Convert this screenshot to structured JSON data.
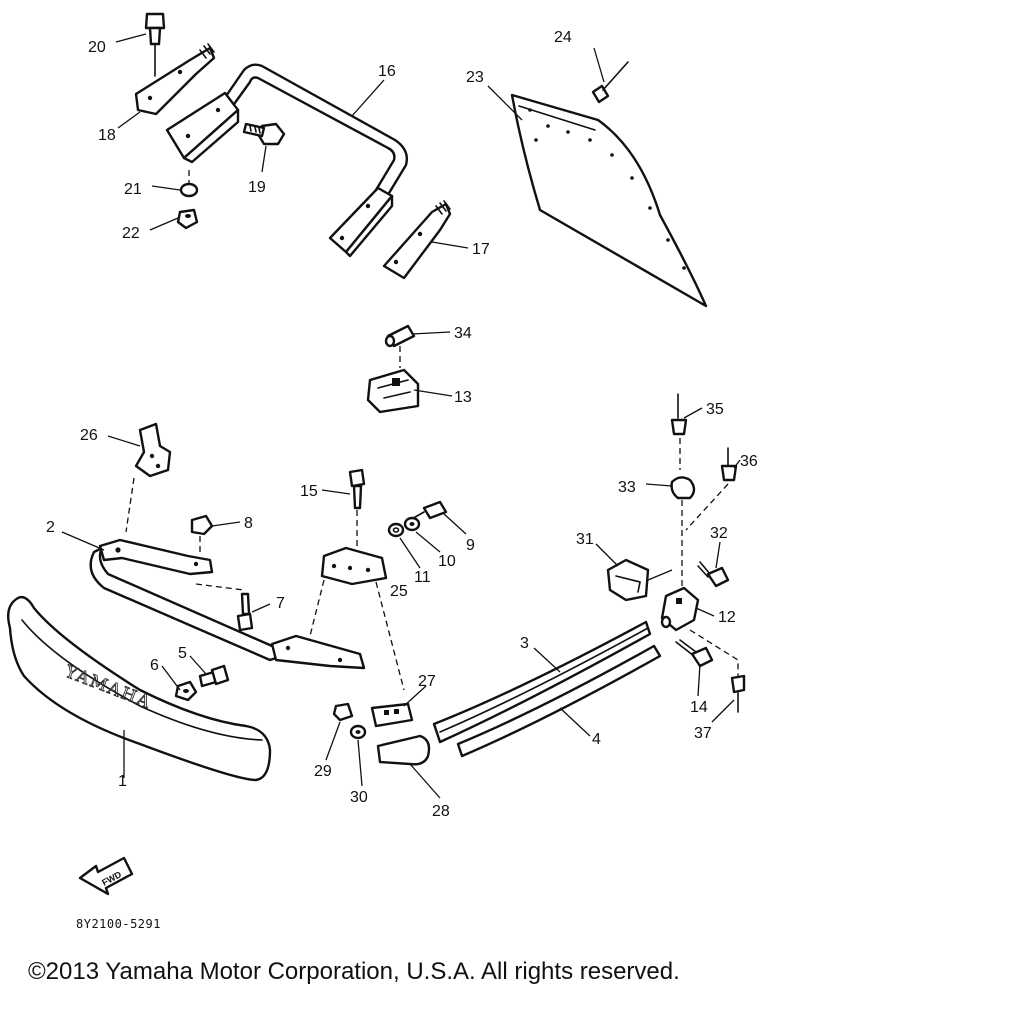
{
  "diagram": {
    "callouts": {
      "p1": "1",
      "p2": "2",
      "p3": "3",
      "p4": "4",
      "p5": "5",
      "p6": "6",
      "p7": "7",
      "p8": "8",
      "p9": "9",
      "p10": "10",
      "p11": "11",
      "p12": "12",
      "p13": "13",
      "p14": "14",
      "p15": "15",
      "p16": "16",
      "p17": "17",
      "p18": "18",
      "p19": "19",
      "p20": "20",
      "p21": "21",
      "p22": "22",
      "p23": "23",
      "p24": "24",
      "p25": "25",
      "p26": "26",
      "p27": "27",
      "p28": "28",
      "p29": "29",
      "p30": "30",
      "p31": "31",
      "p32": "32",
      "p33": "33",
      "p34": "34",
      "p35": "35",
      "p36": "36",
      "p37": "37"
    },
    "brand_marking": "YAMAHA",
    "direction_label": "FWD",
    "diagram_code": "8Y2100-5291"
  },
  "footer": {
    "copyright": "©2013 Yamaha Motor Corporation, U.S.A. All rights reserved."
  }
}
